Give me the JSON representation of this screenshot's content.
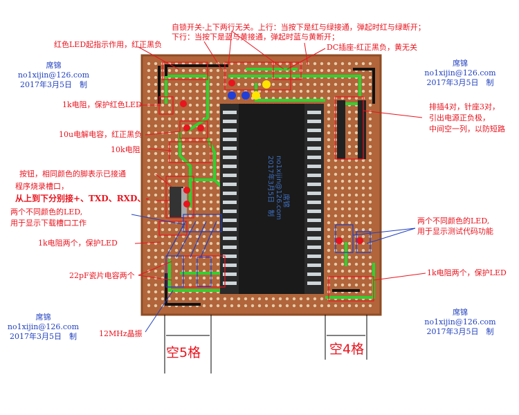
{
  "annotations": {
    "switch": "自锁开关-上下两行无关。上行：当按下是红与绿接通，弹起时红与绿断开；",
    "switch_line2": "下行：当按下是蓝与黄接通，弹起时蓝与黄断开；",
    "dc_socket": "DC插座-红正黑负，黄无关",
    "red_led_power": "红色LED起指示作用，红正黑负",
    "res_1k_red": "1k电阻，保护红色LED",
    "cap_10u": "10u电解电容，红正黑负",
    "res_10k": "10k电阻",
    "button_line1": "按钮，相同颜色的脚表示已接通",
    "button_line2": "程序烧录槽口，",
    "button_line3": "从上到下分别接+、TXD、RXD、-",
    "led_download_line1": "两个不同颜色的LED,",
    "led_download_line2": "用于显示下载槽口工作",
    "res_1k_two_left": "1k电阻两个，保护LED",
    "cap_22p": "22pF瓷片电容两个",
    "crystal": "12MHz晶振",
    "header_line1": "排插4对，针座3对，",
    "header_line2": "引出电源正负极，",
    "header_line3": "中间空一列，以防短路",
    "led_test_line1": "两个不同颜色的LED,",
    "led_test_line2": "用于显示测试代码功能",
    "res_1k_two_right": "1k电阻两个，保护LED"
  },
  "author": {
    "name": "席锦",
    "email": "no1xijin@126.com",
    "date": "2017年3月5日　制"
  },
  "spacing": {
    "left": "空5格",
    "right": "空4格"
  },
  "chip_text": {
    "line1": "席锦",
    "line2": "no1xijin@126.com",
    "line3": "2017年3月5日　制"
  },
  "colors": {
    "annotation_red": "#e8141e",
    "annotation_blue": "#1f3fbf",
    "pcb": "#b2653a",
    "wire_green": "#2fd12f",
    "chip": "#1a1a1a"
  }
}
